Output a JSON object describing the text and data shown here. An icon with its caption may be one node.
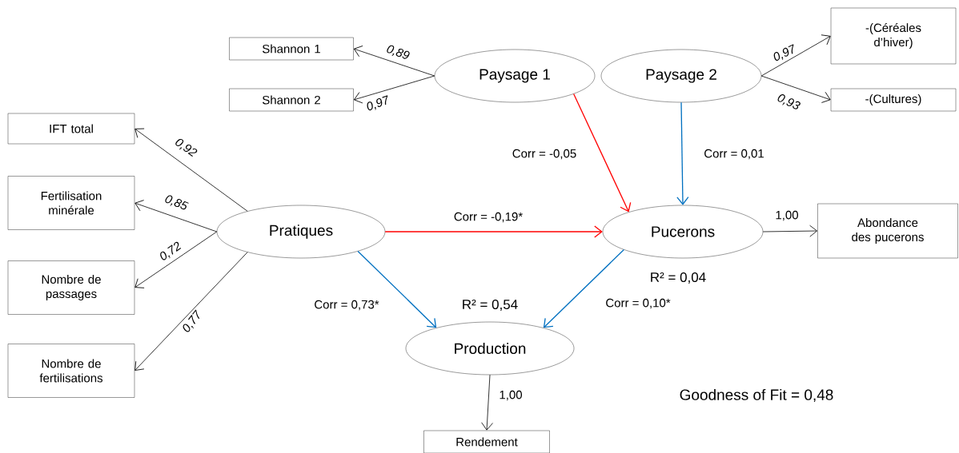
{
  "diagram": {
    "nodes": [
      {
        "text": [
          "Shannon 1"
        ]
      },
      {
        "text": [
          "Shannon 2"
        ]
      },
      {
        "text": [
          "Paysage 1"
        ]
      },
      {
        "text": [
          "Paysage 2"
        ]
      },
      {
        "text": [
          "-(Céréales d’hiver)"
        ]
      },
      {
        "text": [
          "-(Cultures)"
        ]
      },
      {
        "text": [
          "IFT total"
        ]
      },
      {
        "text": [
          "Fertilisation minérale"
        ]
      },
      {
        "text": [
          "Nombre de passages"
        ]
      },
      {
        "text": [
          "Nombre de fertilisations"
        ]
      },
      {
        "text": [
          "Pratiques"
        ]
      },
      {
        "text": [
          "Pucerons"
        ],
        "beside": [
          "R² = 0,04"
        ]
      },
      {
        "text": [
          "Abondance des pucerons"
        ]
      },
      {
        "text": [
          "Production"
        ],
        "beside": [
          "R² = 0,54"
        ]
      },
      {
        "text": [
          "Rendement"
        ]
      }
    ],
    "edges": [
      {
        "from": 2,
        "to": 0,
        "arrow": "to",
        "label": "0,89"
      },
      {
        "from": 2,
        "to": 1,
        "arrow": "to",
        "label": "0,97"
      },
      {
        "from": 3,
        "to": 4,
        "arrow": "to",
        "label": "0,97"
      },
      {
        "from": 3,
        "to": 5,
        "arrow": "to",
        "label": "0,93"
      },
      {
        "from": 10,
        "to": 6,
        "arrow": "to",
        "label": "0,92"
      },
      {
        "from": 10,
        "to": 7,
        "arrow": "to",
        "label": "0,85"
      },
      {
        "from": 10,
        "to": 8,
        "arrow": "to",
        "label": "0,72"
      },
      {
        "from": 10,
        "to": 9,
        "arrow": "to",
        "label": "0,77"
      },
      {
        "from": 2,
        "to": 11,
        "arrow": "to",
        "label": "Corr = -0,05",
        "color": "#ff0000"
      },
      {
        "from": 3,
        "to": 11,
        "arrow": "to",
        "label": "Corr = 0,01",
        "color": "#0070c0"
      },
      {
        "from": 10,
        "to": 11,
        "arrow": "to",
        "label": "Corr = -0,19*",
        "color": "#ff0000"
      },
      {
        "from": 11,
        "to": 12,
        "arrow": "to",
        "label": "1,00"
      },
      {
        "from": 10,
        "to": 13,
        "arrow": "to",
        "label": "Corr = 0,73*",
        "color": "#0070c0"
      },
      {
        "from": 11,
        "to": 13,
        "arrow": "to",
        "label": "Corr = 0,10*",
        "color": "#0070c0"
      },
      {
        "from": 13,
        "to": 14,
        "arrow": "to",
        "label": "1,00"
      }
    ],
    "labels": [
      "Goodness of Fit = 0,48"
    ]
  }
}
